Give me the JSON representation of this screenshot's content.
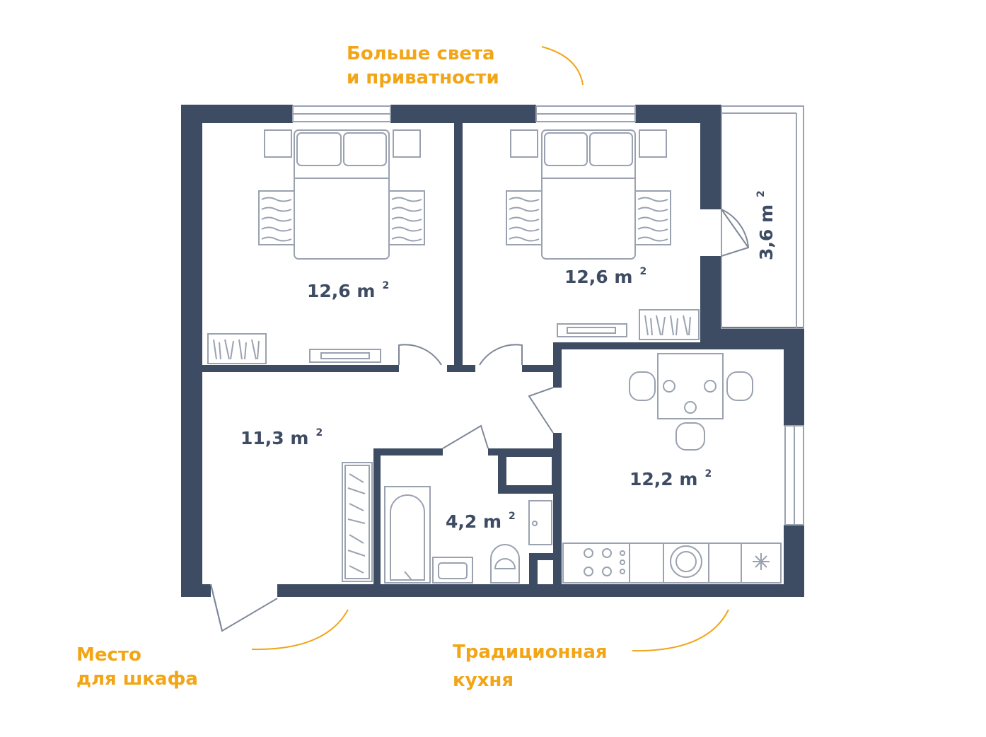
{
  "rooms": {
    "bedroom_left": {
      "area": "12,6 m",
      "sup": "2"
    },
    "bedroom_right": {
      "area": "12,6 m",
      "sup": "2"
    },
    "balcony": {
      "area": "3,6 m",
      "sup": "2"
    },
    "hall": {
      "area": "11,3 m",
      "sup": "2"
    },
    "bathroom": {
      "area": "4,2 m",
      "sup": "2"
    },
    "kitchen": {
      "area": "12,2 m",
      "sup": "2"
    }
  },
  "notes": {
    "light_line1": "Больше света",
    "light_line2": "и приватности",
    "wardrobe_line1": "Место",
    "wardrobe_line2": "для шкафа",
    "kitchen_line1": "Традиционная",
    "kitchen_line2": "кухня"
  },
  "colors": {
    "wall": "#3d4b63",
    "furniture": "#9aa2b0",
    "accent": "#f2a516"
  }
}
